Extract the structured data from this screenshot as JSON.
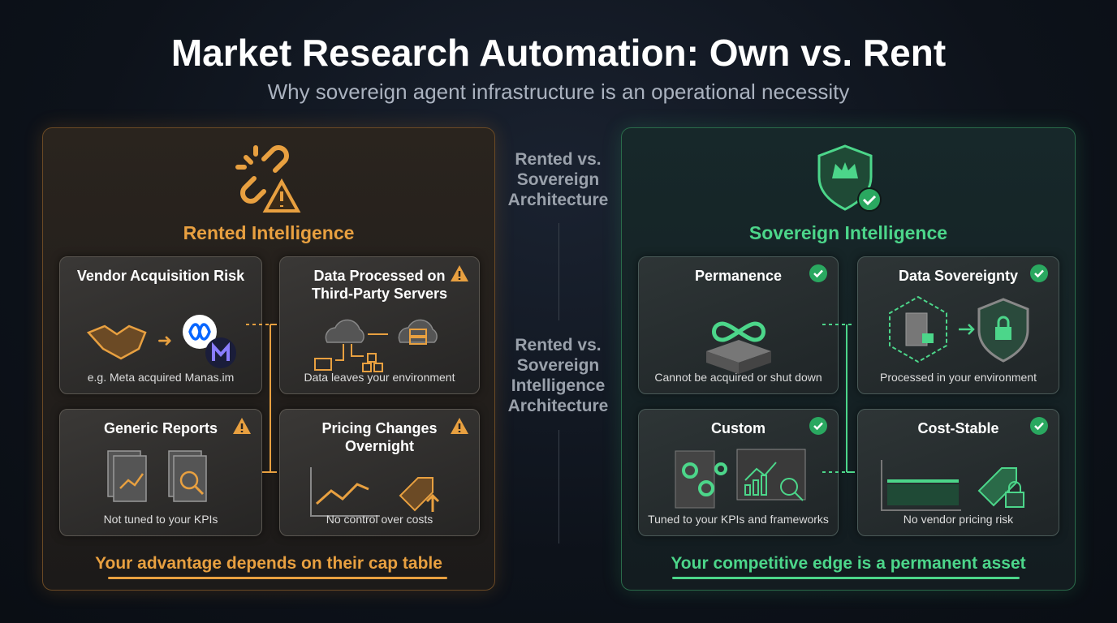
{
  "header": {
    "title": "Market Research Automation: Own vs. Rent",
    "subtitle": "Why sovereign agent infrastructure is an operational necessity"
  },
  "middle": {
    "label_1": "Rented vs. Sovereign Architecture",
    "label_2": "Rented vs. Sovereign Intelligence Architecture"
  },
  "left": {
    "title": "Rented Intelligence",
    "accent": "#e8a040",
    "tagline": "Your advantage depends on their cap table",
    "cards": [
      {
        "title": "Vendor Acquisition Risk",
        "caption": "e.g. Meta acquired Manas.im"
      },
      {
        "title": "Data Processed on Third-Party Servers",
        "caption": "Data leaves your environment"
      },
      {
        "title": "Generic Reports",
        "caption": "Not tuned to your KPIs"
      },
      {
        "title": "Pricing Changes Overnight",
        "caption": "No control over costs"
      }
    ]
  },
  "right": {
    "title": "Sovereign Intelligence",
    "accent": "#4cd68a",
    "tagline": "Your competitive edge is a permanent asset",
    "cards": [
      {
        "title": "Permanence",
        "caption": "Cannot be acquired or shut down"
      },
      {
        "title": "Data Sovereignty",
        "caption": "Processed in your environment"
      },
      {
        "title": "Custom",
        "caption": "Tuned to your KPIs and frameworks"
      },
      {
        "title": "Cost-Stable",
        "caption": "No vendor pricing risk"
      }
    ]
  }
}
